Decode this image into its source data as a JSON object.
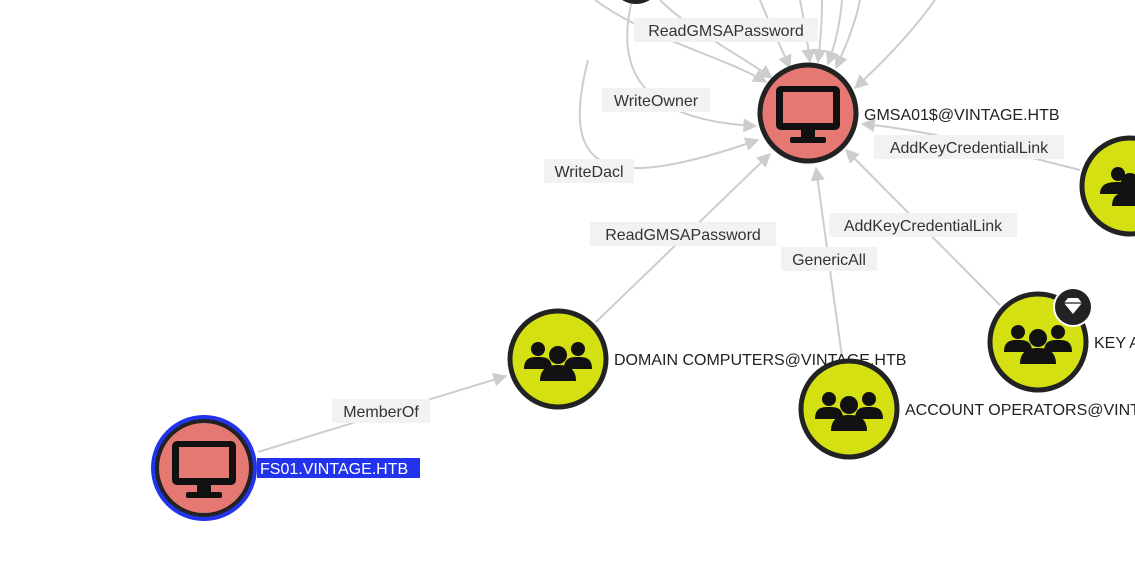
{
  "colors": {
    "computer_node": "#e57872",
    "group_node": "#d5e013",
    "edge": "#cdcdcd",
    "selection": "#2233ee",
    "label_bg": "#f2f2f2"
  },
  "nodes": {
    "gmsa01": {
      "label": "GMSA01$@VINTAGE.HTB",
      "icon": "computer-icon"
    },
    "fs01": {
      "label": "FS01.VINTAGE.HTB",
      "icon": "computer-icon",
      "selected": true
    },
    "domain_computers": {
      "label": "DOMAIN COMPUTERS@VINTAGE.HTB",
      "icon": "group-icon"
    },
    "account_operators": {
      "label": "ACCOUNT OPERATORS@VINT",
      "icon": "group-icon"
    },
    "key_admins": {
      "label": "KEY A",
      "icon": "group-icon",
      "badge": "gem-icon"
    },
    "right_group": {
      "icon": "group-icon"
    }
  },
  "edges": {
    "read_gmsa_top": "ReadGMSAPassword",
    "write_owner": "WriteOwner",
    "write_dacl": "WriteDacl",
    "read_gmsa_dc": "ReadGMSAPassword",
    "generic_all": "GenericAll",
    "add_key_cred_mid": "AddKeyCredentialLink",
    "add_key_cred_right": "AddKeyCredentialLink",
    "member_of": "MemberOf"
  }
}
